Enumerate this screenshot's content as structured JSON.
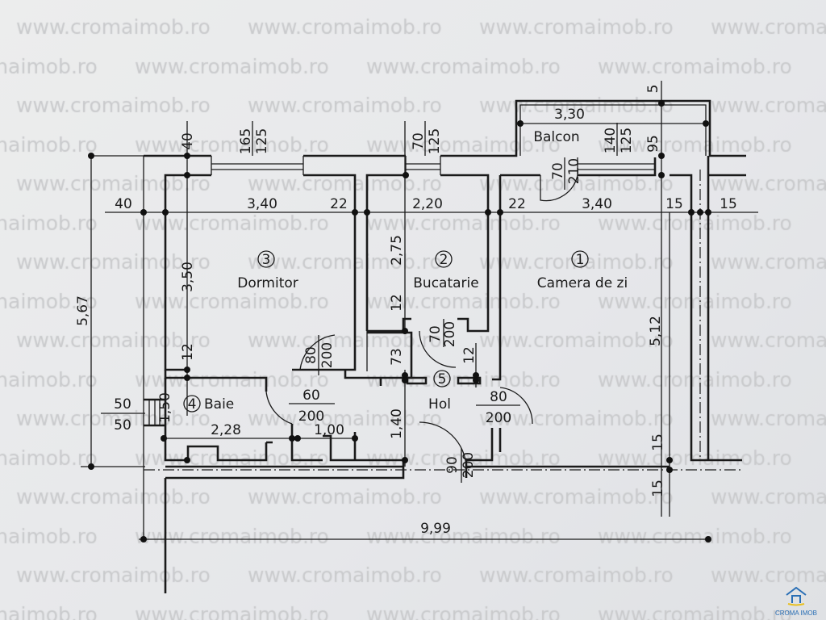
{
  "watermark": "www.cromaimob.ro",
  "logo": {
    "text": "CROMA IMOB"
  },
  "rooms": [
    {
      "num": "1",
      "name": "Camera de zi"
    },
    {
      "num": "2",
      "name": "Bucatarie"
    },
    {
      "num": "3",
      "name": "Dormitor"
    },
    {
      "num": "4",
      "name": "Baie"
    },
    {
      "num": "5",
      "name": "Hol"
    }
  ],
  "balcony": {
    "name": "Balcon",
    "width": "3,30",
    "depth": "95",
    "offset": "5"
  },
  "dimensions": {
    "total_width": "9,99",
    "total_depth": "5,67",
    "top_wall": "40",
    "left_wall": "40",
    "dormitor_width": "3,40",
    "dormitor_depth": "3,50",
    "partition_1": "22",
    "bucatarie_width": "2,20",
    "partition_2": "22",
    "camera_width": "3,40",
    "camera_depth": "5,12",
    "right_gap_1": "15",
    "right_gap_2": "15",
    "bucatarie_depth": "2,75",
    "wall_12_a": "12",
    "wall_12_b": "12",
    "wall_12_c": "12",
    "closet_73": "73",
    "baie_depth": "1,50",
    "baie_width": "2,28",
    "hol_segment": "1,00",
    "hol_depth": "1,40",
    "bottom_15_a": "15",
    "bottom_15_b": "15"
  },
  "openings": {
    "window_dormitor": {
      "w": "165",
      "h": "125"
    },
    "window_bucatarie": {
      "w": "70",
      "h": "125"
    },
    "window_camera": {
      "w": "140",
      "h": "125"
    },
    "door_balcon": {
      "w": "70",
      "h": "210"
    },
    "door_dormitor": {
      "w": "80",
      "h": "200"
    },
    "door_bucatarie": {
      "w": "70",
      "h": "200"
    },
    "door_baie": {
      "w": "60",
      "h": "200"
    },
    "door_camera": {
      "w": "80",
      "h": "200"
    },
    "door_entrance": {
      "w": "90",
      "h": "200"
    },
    "vent_baie": {
      "w": "50",
      "h": "50"
    }
  }
}
